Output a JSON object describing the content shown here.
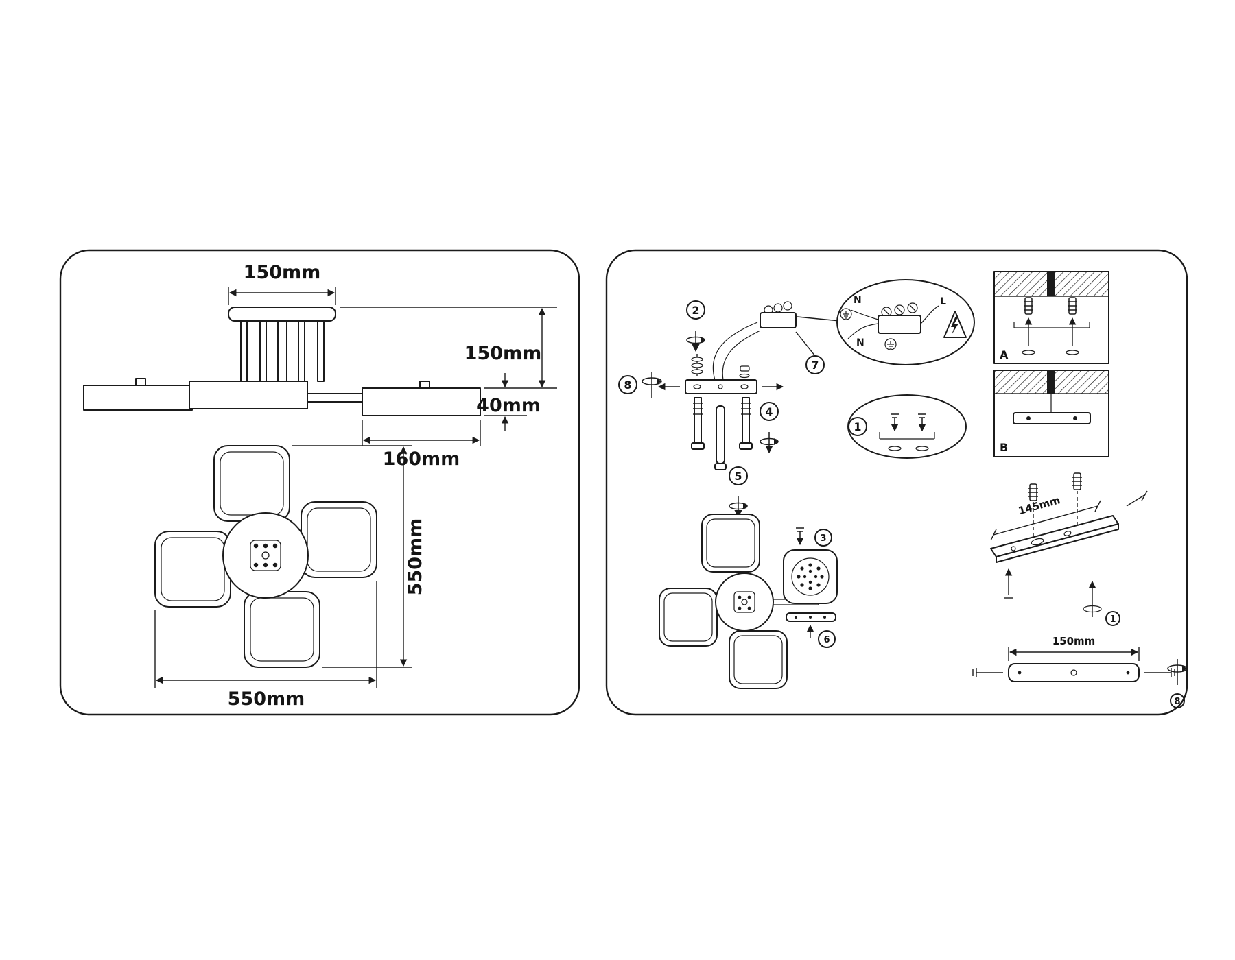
{
  "left_panel": {
    "dims": {
      "canopy_width": "150mm",
      "height": "150mm",
      "arm_thickness": "40mm",
      "shade_length": "160mm",
      "plan_height": "550mm",
      "plan_width": "550mm"
    }
  },
  "right_panel": {
    "steps": {
      "s1": "1",
      "s2": "2",
      "s3": "3",
      "s4": "4",
      "s5": "5",
      "s6": "6",
      "s7": "7",
      "s8": "8",
      "ref1": "1",
      "ref8": "8"
    },
    "labels": {
      "n_top": "N",
      "n_bottom": "N",
      "l": "L",
      "mount_a": "A",
      "mount_b": "B"
    },
    "dims": {
      "bracket": "145mm",
      "plate": "150mm"
    }
  }
}
